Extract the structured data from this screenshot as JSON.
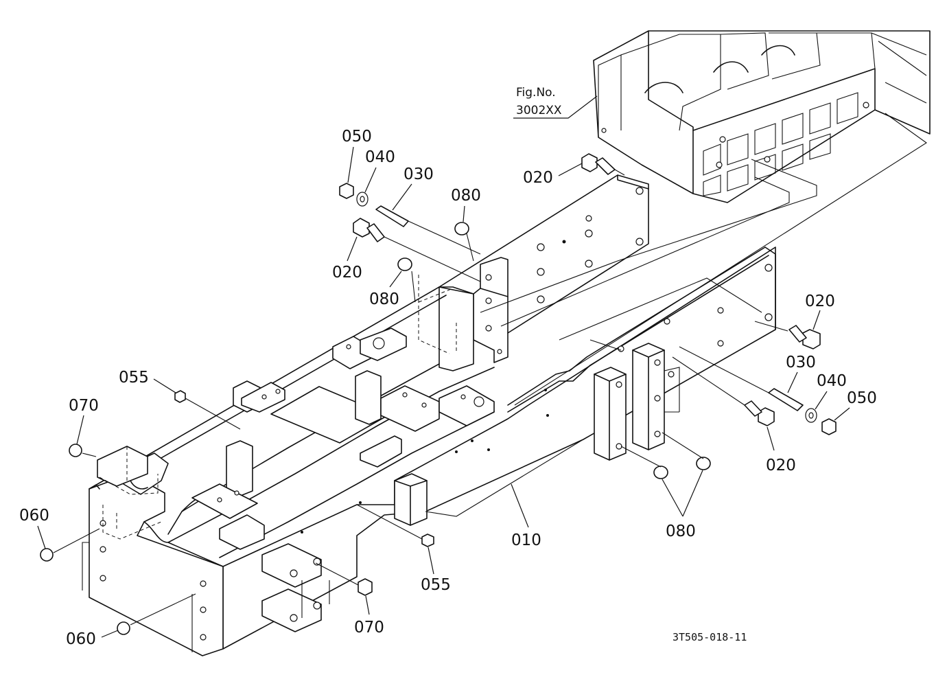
{
  "figure_ref": {
    "line1": "Fig.No.",
    "line2": "3002XX"
  },
  "drawing_code": "3T505-018-11",
  "callouts": [
    {
      "id": "c-050-top",
      "label": "050"
    },
    {
      "id": "c-040-top",
      "label": "040"
    },
    {
      "id": "c-030-top",
      "label": "030"
    },
    {
      "id": "c-080-top",
      "label": "080"
    },
    {
      "id": "c-020-topright",
      "label": "020"
    },
    {
      "id": "c-020-topleft",
      "label": "020"
    },
    {
      "id": "c-080-mid",
      "label": "080"
    },
    {
      "id": "c-055-left",
      "label": "055"
    },
    {
      "id": "c-070-left",
      "label": "070"
    },
    {
      "id": "c-060-left",
      "label": "060"
    },
    {
      "id": "c-060-bottom",
      "label": "060"
    },
    {
      "id": "c-055-bottom",
      "label": "055"
    },
    {
      "id": "c-070-bottom",
      "label": "070"
    },
    {
      "id": "c-010",
      "label": "010"
    },
    {
      "id": "c-080-right",
      "label": "080"
    },
    {
      "id": "c-020-right-top",
      "label": "020"
    },
    {
      "id": "c-030-right",
      "label": "030"
    },
    {
      "id": "c-040-right",
      "label": "040"
    },
    {
      "id": "c-050-right",
      "label": "050"
    },
    {
      "id": "c-020-right-bottom",
      "label": "020"
    }
  ]
}
